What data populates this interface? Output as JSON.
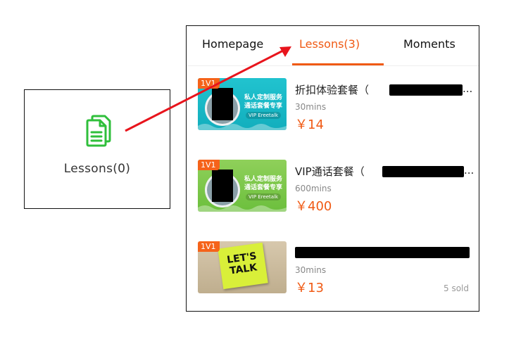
{
  "left_panel": {
    "icon": "document-icon",
    "label": "Lessons(0)",
    "icon_color": "#2fbf3b"
  },
  "tabs": [
    {
      "label": "Homepage"
    },
    {
      "label": "Lessons(3)",
      "active": true
    },
    {
      "label": "Moments"
    }
  ],
  "accent_color": "#f05a14",
  "lessons": [
    {
      "badge": "1V1",
      "title": "折扣体验套餐（",
      "title_tail": "...",
      "duration": "30mins",
      "price": "￥14",
      "thumb_text": "私人定制服务 通话套餐专享",
      "thumb_tag": "VIP Ereetalk"
    },
    {
      "badge": "1V1",
      "title": "VIP通话套餐（",
      "title_tail": "...",
      "duration": "600mins",
      "price": "￥400",
      "thumb_text": "私人定制服务 通话套餐专享",
      "thumb_tag": "VIP Ereetalk"
    },
    {
      "badge": "1V1",
      "title": "",
      "title_tail": "...",
      "duration": "30mins",
      "price": "￥13",
      "sold": "5 sold",
      "thumb_text": "LET'S TALK"
    }
  ]
}
